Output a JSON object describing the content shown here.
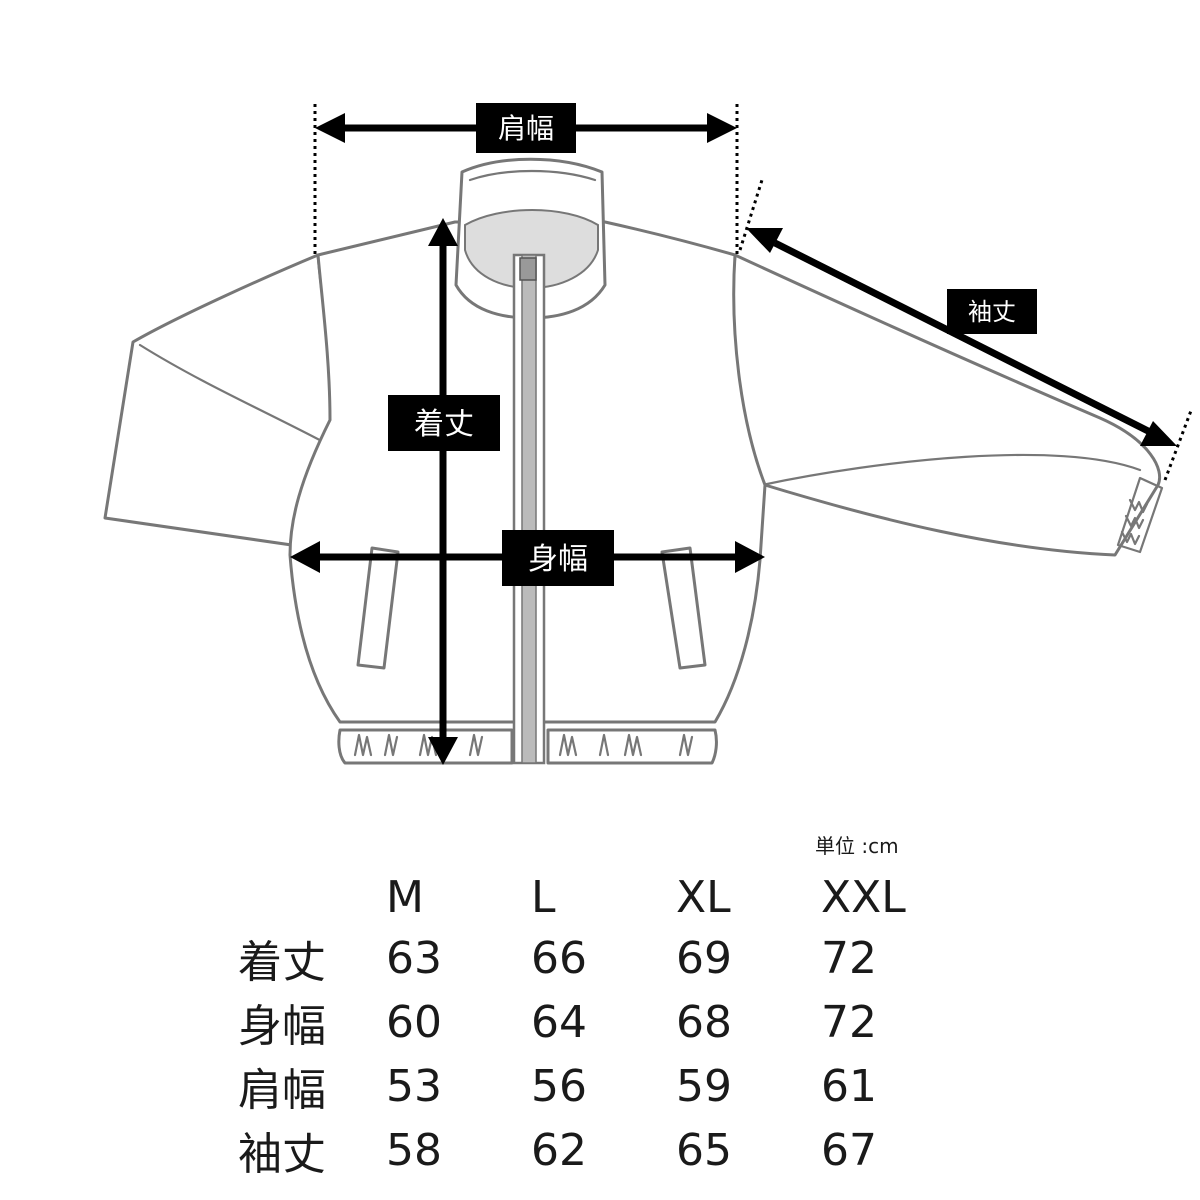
{
  "diagram": {
    "labels": {
      "shoulder_width": "肩幅",
      "sleeve_length": "袖丈",
      "body_length": "着丈",
      "body_width": "身幅"
    }
  },
  "table": {
    "unit": "単位 :cm",
    "columns": [
      "M",
      "L",
      "XL",
      "XXL"
    ],
    "rows": [
      {
        "label": "着丈",
        "values": [
          "63",
          "66",
          "69",
          "72"
        ]
      },
      {
        "label": "身幅",
        "values": [
          "60",
          "64",
          "68",
          "72"
        ]
      },
      {
        "label": "肩幅",
        "values": [
          "53",
          "56",
          "59",
          "61"
        ]
      },
      {
        "label": "袖丈",
        "values": [
          "58",
          "62",
          "65",
          "67"
        ]
      }
    ]
  },
  "colors": {
    "outline": "#777777",
    "arrow": "#000000",
    "label_bg": "#000000",
    "label_text": "#ffffff"
  }
}
